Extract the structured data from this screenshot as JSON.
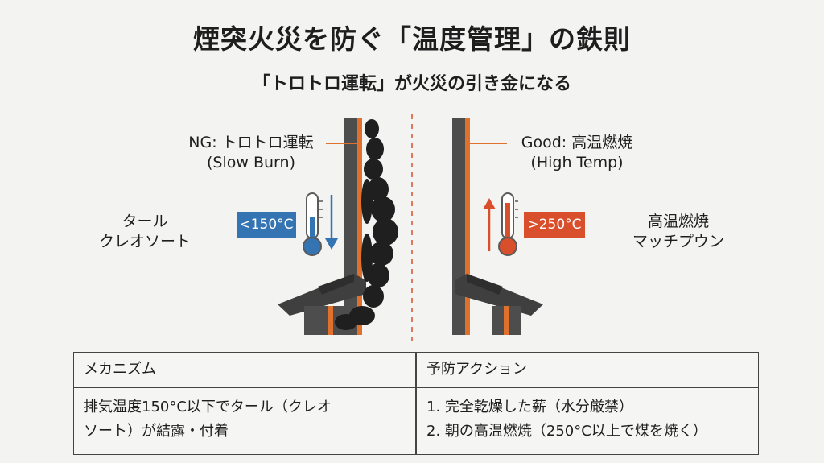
{
  "title": "煙突火災を防ぐ「温度管理」の鉄則",
  "subtitle": "「トロトロ運転」が火災の引き金になる",
  "left": {
    "label_line1": "NG: トロトロ運転",
    "label_line2": "(Slow Burn)",
    "temp_badge": "<150°C",
    "side_line1": "タール",
    "side_line2": "クレオソート"
  },
  "right": {
    "label_line1": "Good: 高温燃焼",
    "label_line2": "(High Temp)",
    "temp_badge": ">250°C",
    "side_line1": "高温燃焼",
    "side_line2": "マッチプウン"
  },
  "colors": {
    "cold": "#3574b3",
    "hot": "#d94f2b",
    "flue": "#e0712c",
    "wall": "#4d4d4d",
    "roof": "#3f3f3f"
  },
  "table": {
    "col1_header": "メカニズム",
    "col2_header": "予防アクション",
    "col1_body_line1": "排気温度150°C以下でタール（クレオ",
    "col1_body_line2": "ソート）が結露・付着",
    "col2_body_line1": "1. 完全乾燥した薪（水分厳禁）",
    "col2_body_line2": "2. 朝の高温燃焼（250°C以上で煤を焼く）"
  }
}
